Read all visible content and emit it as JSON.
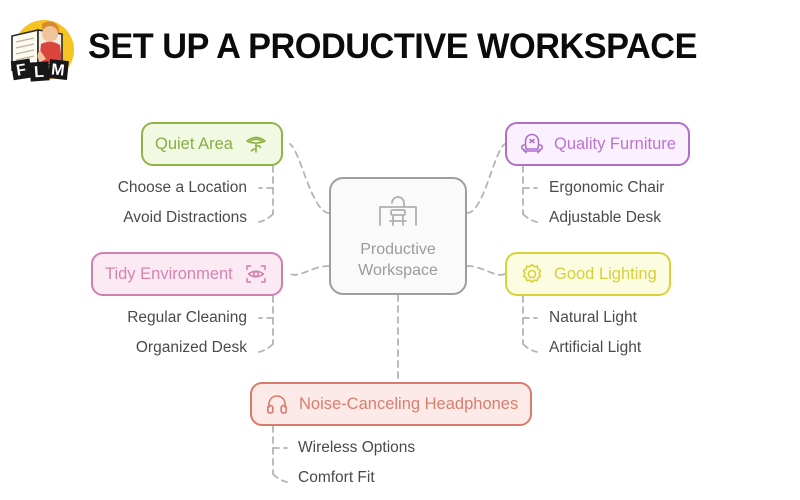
{
  "header": {
    "title": "SET UP A PRODUCTIVE WORKSPACE",
    "logo_name": "flm-logo",
    "logo_letters": [
      "F",
      "L",
      "M"
    ]
  },
  "center": {
    "label_line1": "Productive",
    "label_line2": "Workspace",
    "icon": "desk-chair-icon",
    "fill": "#fafafa",
    "border": "#9e9e9e",
    "text_color": "#9b9b9b"
  },
  "branches": [
    {
      "id": "quiet-area",
      "label": "Quiet Area",
      "icon": "mushroom-tree-icon",
      "fill": "#f2f9e3",
      "border": "#8fb347",
      "text_color": "#8aad46",
      "children": [
        "Choose a Location",
        "Avoid Distractions"
      ]
    },
    {
      "id": "quality-furniture",
      "label": "Quality Furniture",
      "icon": "armchair-icon",
      "fill": "#fbf0fd",
      "border": "#b06fc9",
      "text_color": "#ba74d1",
      "children": [
        "Ergonomic Chair",
        "Adjustable Desk"
      ]
    },
    {
      "id": "tidy-environment",
      "label": "Tidy Environment",
      "icon": "eye-scan-icon",
      "fill": "#fbe9f3",
      "border": "#d07fae",
      "text_color": "#d684ae",
      "children": [
        "Regular Cleaning",
        "Organized Desk"
      ]
    },
    {
      "id": "good-lighting",
      "label": "Good Lighting",
      "icon": "sun-icon",
      "fill": "#fcfce0",
      "border": "#d9d13a",
      "text_color": "#d6cf3f",
      "children": [
        "Natural Light",
        "Artificial Light"
      ]
    },
    {
      "id": "noise-canceling-headphones",
      "label": "Noise-Canceling Headphones",
      "icon": "headphones-icon",
      "fill": "#fbeae7",
      "border": "#d97b6c",
      "text_color": "#d97e6e",
      "children": [
        "Wireless Options",
        "Comfort Fit"
      ]
    }
  ],
  "connector_color": "#b4b4b4",
  "background": "#ffffff"
}
